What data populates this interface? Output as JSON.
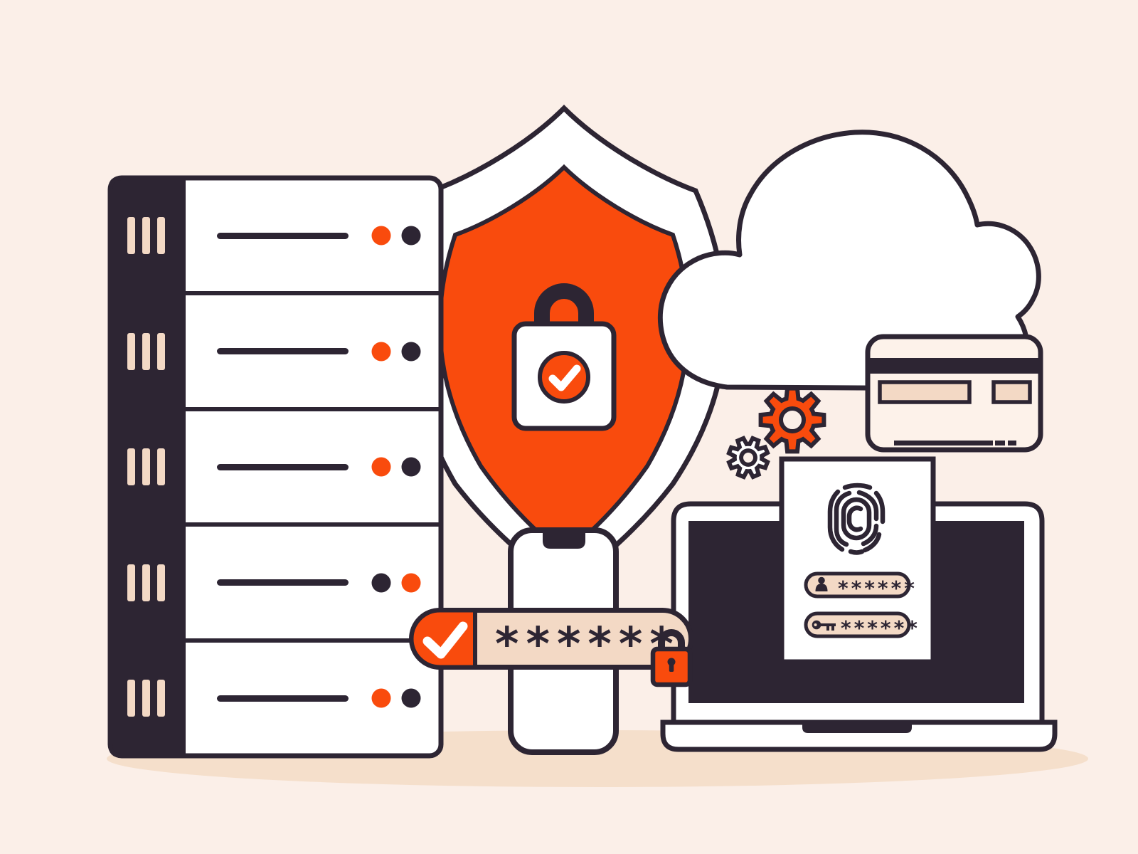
{
  "illustration": {
    "description": "Cyber security concept illustration: server rack, shield with check padlock, cloud, credit card, gears, smartphone with verified password, laptop with fingerprint login document",
    "colors": {
      "background": "#FBEFE8",
      "ink": "#2D2533",
      "orange": "#F94B0D",
      "tan": "#F3D9C5",
      "card_cream": "#FDF2EA",
      "shadow": "#F5DFCB",
      "white": "#FFFFFF"
    },
    "server_rack": {
      "unit_count": "5",
      "vents_per_unit": "3",
      "led_order_rows_1_2_3_5": "orange,dark",
      "led_order_row_4": "dark,orange"
    },
    "password_bar": {
      "masked_value": "******",
      "status": "verified-checkmark",
      "lock": "padlock-icon"
    },
    "login_form": {
      "fingerprint": "fingerprint-icon",
      "username_masked": "******",
      "password_masked": "******"
    }
  }
}
